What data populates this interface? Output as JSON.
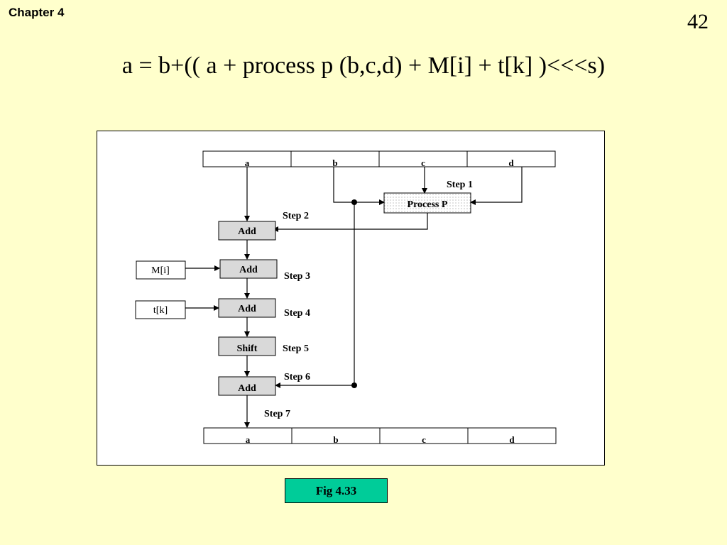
{
  "header": {
    "chapter": "Chapter 4",
    "page_number": "42"
  },
  "title": "a = b+(( a + process p (b,c,d) + M[i] + t[k] )<<<s)",
  "diagram": {
    "input_registers": [
      "a",
      "b",
      "c",
      "d"
    ],
    "output_registers": [
      "a",
      "b",
      "c",
      "d"
    ],
    "process_label": "Process P",
    "add_label": "Add",
    "shift_label": "Shift",
    "m_input": "M[i]",
    "t_input": "t[k]",
    "steps": [
      "Step 1",
      "Step 2",
      "Step 3",
      "Step 4",
      "Step 5",
      "Step 6",
      "Step 7"
    ]
  },
  "caption": "Fig 4.33"
}
